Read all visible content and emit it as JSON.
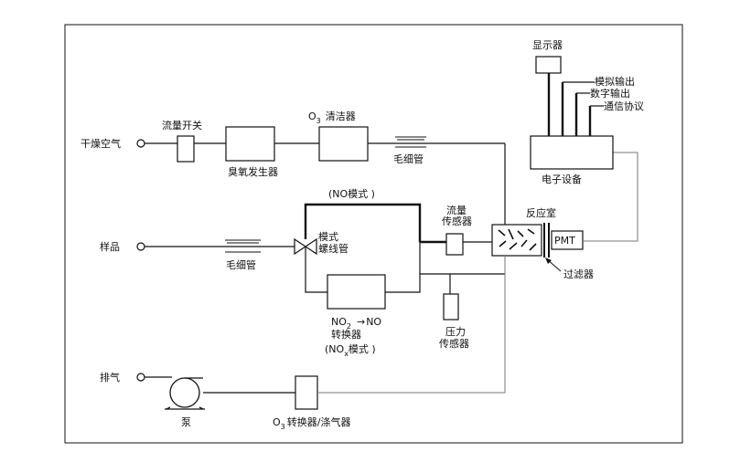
{
  "inputs": {
    "dry_air": "干燥空气",
    "sample": "样品",
    "exhaust": "排气"
  },
  "components": {
    "flow_switch": "流量开关",
    "ozone_generator": "臭氧发生器",
    "o3_cleaner_prefix": "O",
    "o3_cleaner_sub": "3",
    "o3_cleaner_suffix": "清洁器",
    "capillary": "毛细管",
    "mode_valve_line1": "模式",
    "mode_valve_line2": "螺线管",
    "no_mode": "(NO模式  )",
    "converter_line1_a": "NO",
    "converter_line1_sub": "2",
    "converter_line1_b": "NO",
    "converter_line2": "转换器",
    "nox_mode_a": "(NO",
    "nox_mode_sub": "x",
    "nox_mode_b": "模式  )",
    "flow_sensor_line1": "流量",
    "flow_sensor_line2": "传感器",
    "pressure_sensor_line1": "压力",
    "pressure_sensor_line2": "传感器",
    "reaction_chamber": "反应室",
    "pmt": "PMT",
    "filter": "过滤器",
    "electronics": "电子设备",
    "display": "显示器",
    "analog_output": "模拟输出",
    "digital_output": "数字输出",
    "comm_protocol": "通信协议",
    "pump": "泵",
    "scrubber_prefix": "O",
    "scrubber_sub": "3",
    "scrubber_suffix": "转换器/涤气器"
  }
}
